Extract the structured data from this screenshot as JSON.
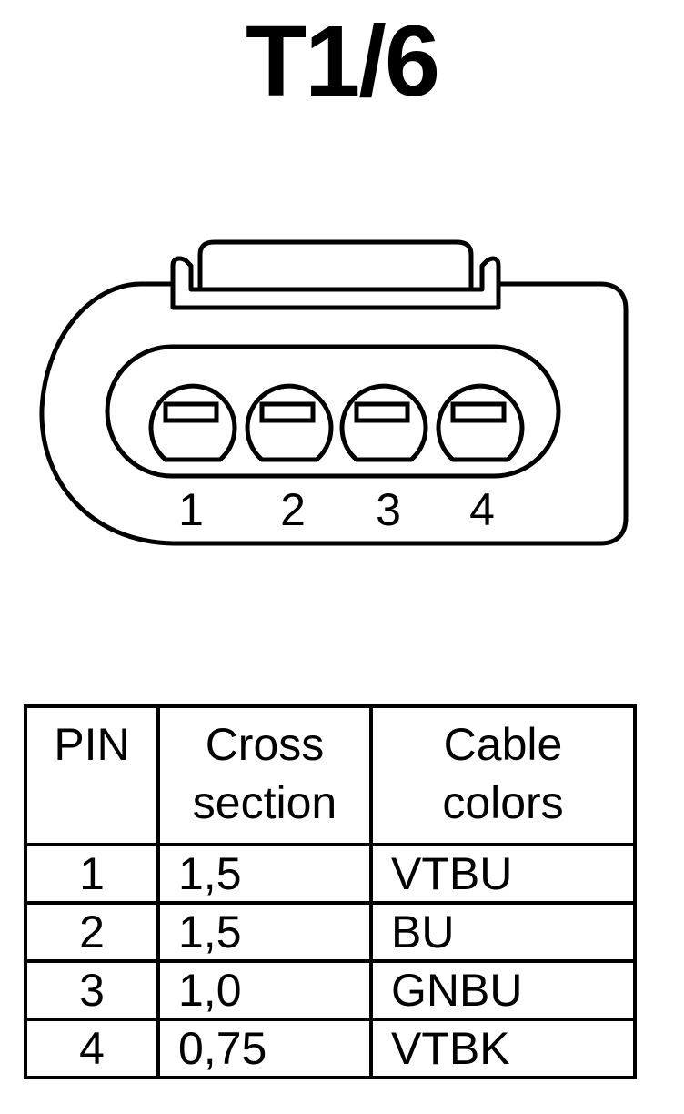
{
  "title": "T1/6",
  "connector": {
    "pin_labels": [
      "1",
      "2",
      "3",
      "4"
    ]
  },
  "table": {
    "headers": {
      "pin": "PIN",
      "cross_section": [
        "Cross",
        "section"
      ],
      "cable_colors": [
        "Cable",
        "colors"
      ]
    },
    "rows": [
      {
        "pin": "1",
        "cross_section": "1,5",
        "color": "VTBU"
      },
      {
        "pin": "2",
        "cross_section": "1,5",
        "color": "BU"
      },
      {
        "pin": "3",
        "cross_section": "1,0",
        "color": "GNBU"
      },
      {
        "pin": "4",
        "cross_section": "0,75",
        "color": "VTBK"
      }
    ]
  }
}
